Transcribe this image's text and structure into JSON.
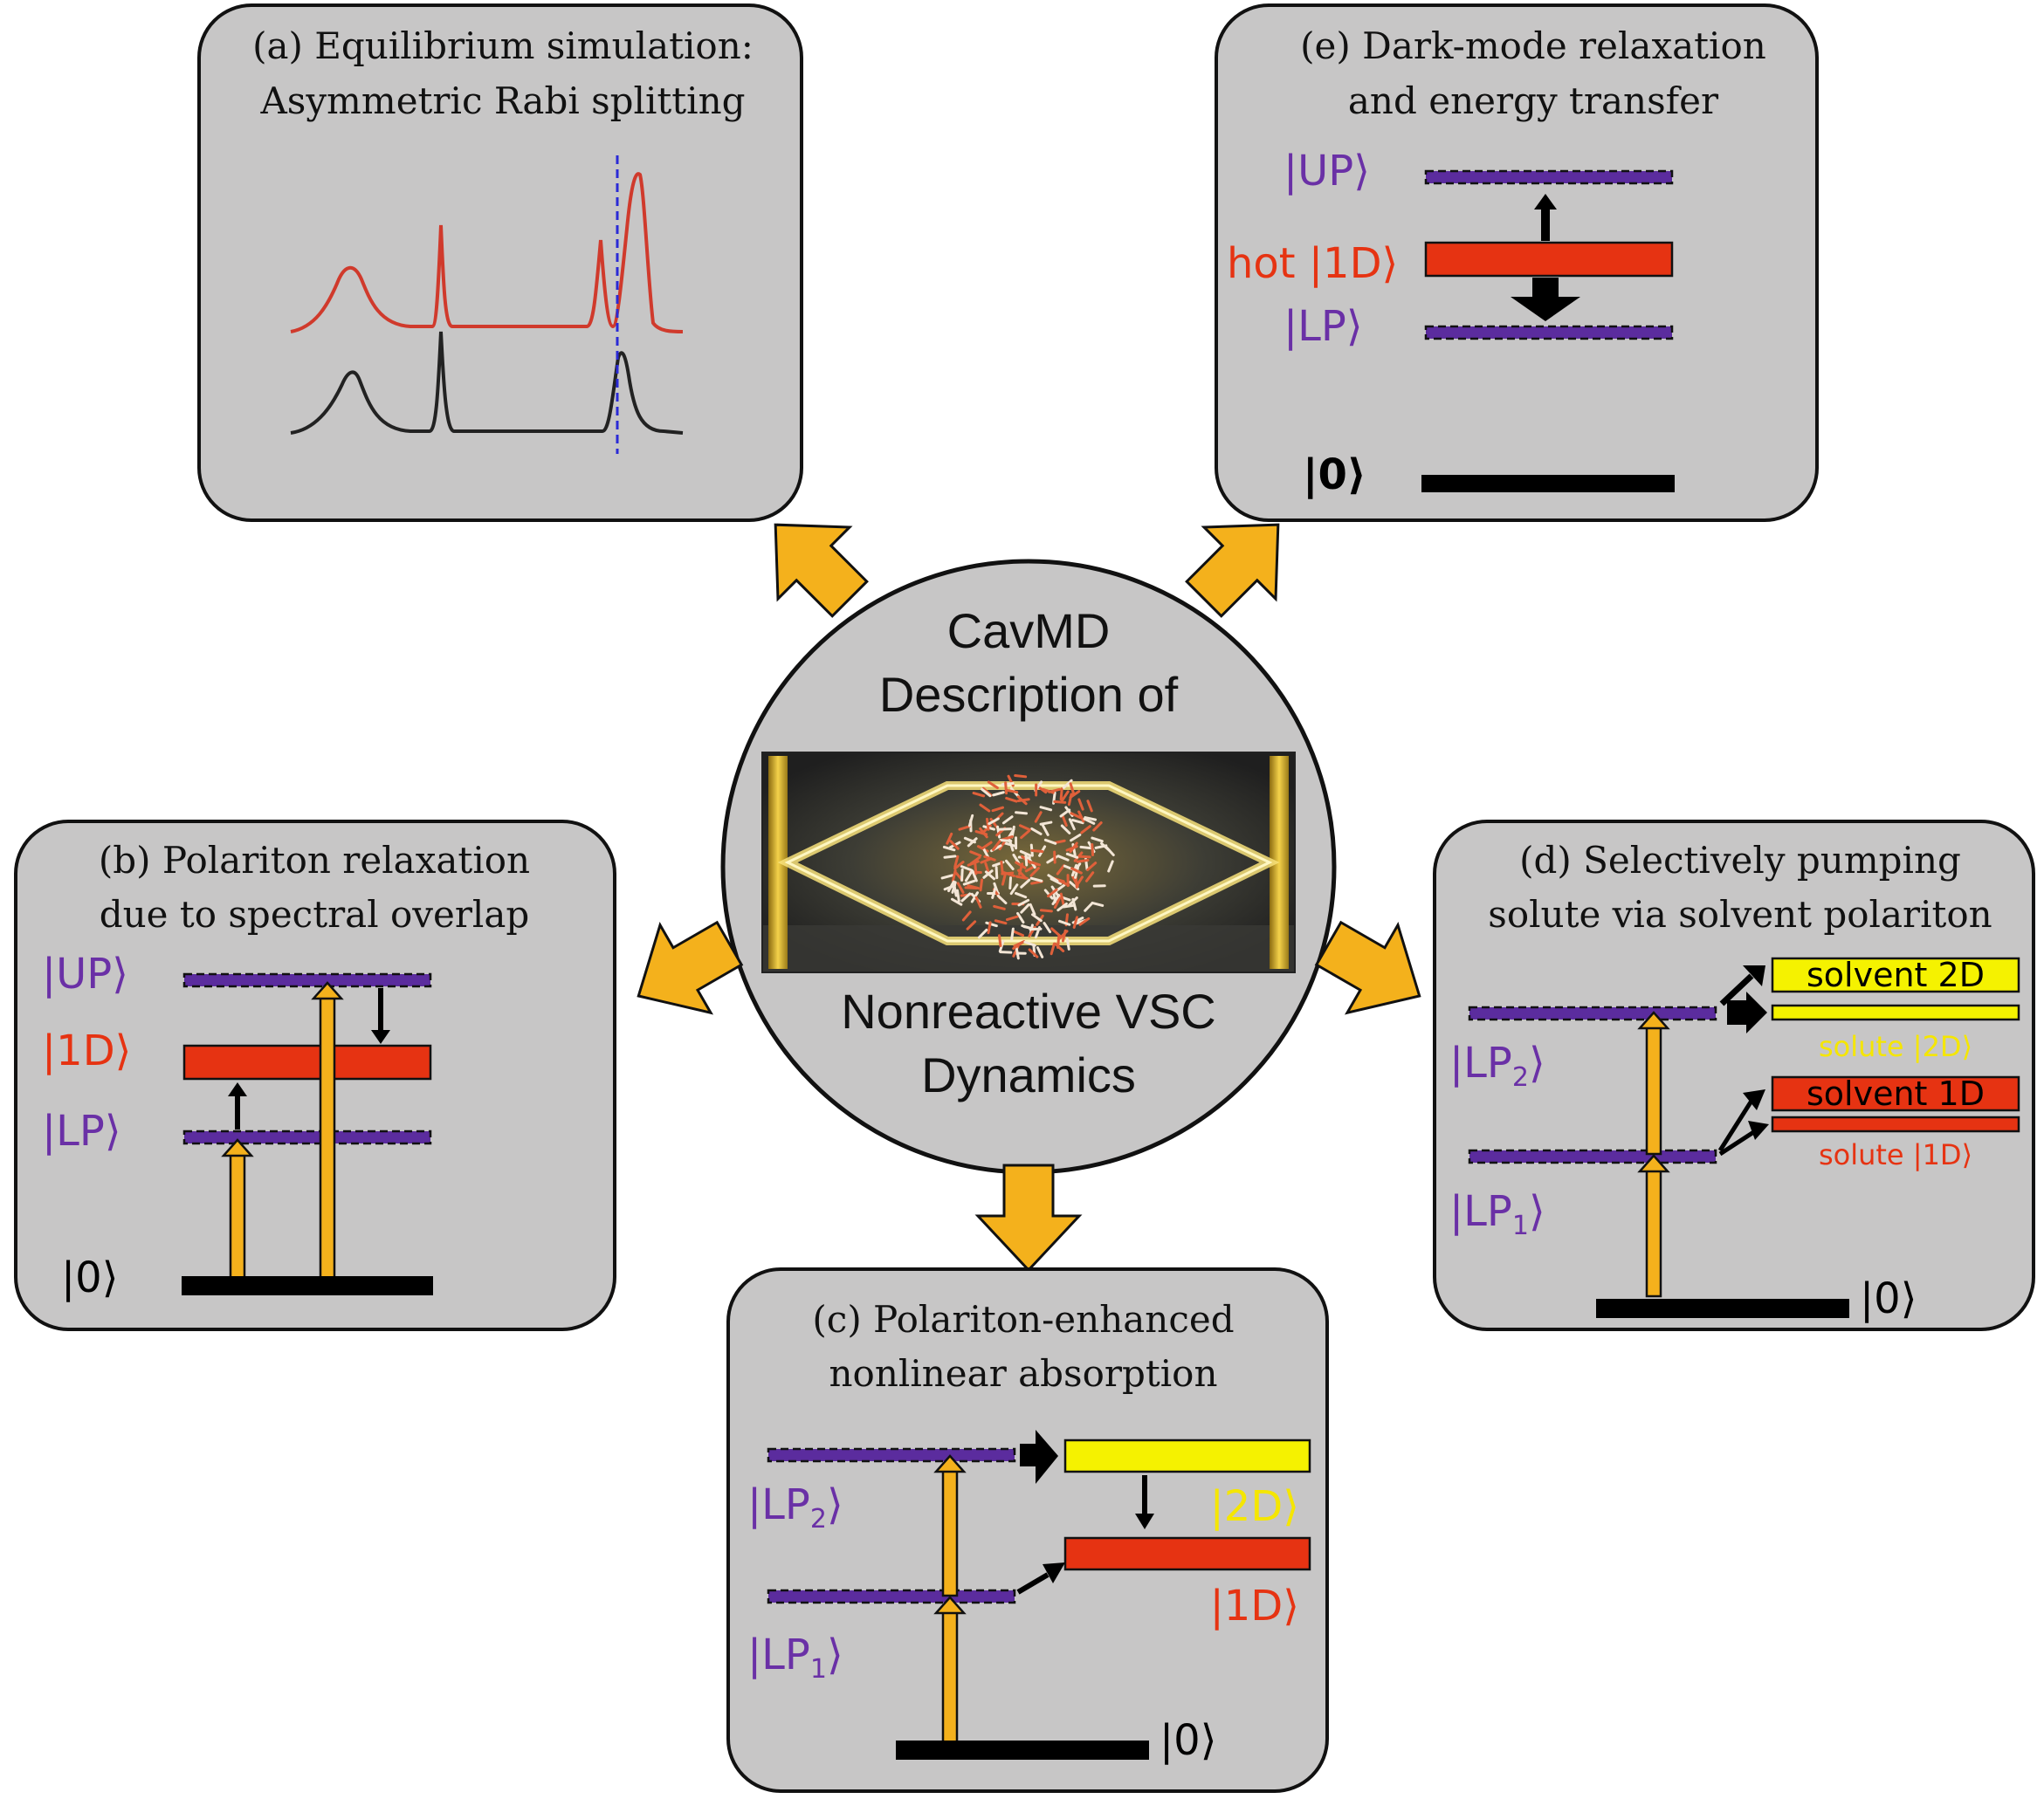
{
  "center": {
    "line1": "CavMD",
    "line2": "Description of",
    "line3": "Nonreactive VSC",
    "line4": "Dynamics"
  },
  "panel_a": {
    "title_line1": "(a) Equilibrium simulation:",
    "title_line2": "Asymmetric Rabi splitting"
  },
  "panel_b": {
    "title_line1": "(b) Polariton relaxation",
    "title_line2": "due to spectral overlap",
    "up": "|UP⟩",
    "d1": "|1D⟩",
    "lp": "|LP⟩",
    "ground": "|0⟩"
  },
  "panel_c": {
    "title_line1": "(c) Polariton-enhanced",
    "title_line2": "nonlinear absorption",
    "lp2": "|LP",
    "lp2_sub": "2",
    "lp1": "|LP",
    "lp1_sub": "1",
    "ket_close": "⟩",
    "d2": "|2D⟩",
    "d1": "|1D⟩",
    "ground": "|0⟩"
  },
  "panel_d": {
    "title_line1": "(d) Selectively pumping",
    "title_line2": "solute via solvent polariton",
    "lp2": "|LP",
    "lp2_sub": "2",
    "lp1": "|LP",
    "lp1_sub": "1",
    "ket_close": "⟩",
    "solvent_2d": "solvent 2D",
    "solute_2d": "solute |2D⟩",
    "solvent_1d": "solvent 1D",
    "solute_1d": "solute |1D⟩",
    "ground": "|0⟩"
  },
  "panel_e": {
    "title_line1": "(e) Dark-mode relaxation",
    "title_line2": "and energy transfer",
    "up": "|UP⟩",
    "hot_1d": "hot |1D⟩",
    "lp": "|LP⟩",
    "ground": "|0⟩"
  },
  "colors": {
    "panel_bg": "#c7c6c6",
    "polariton": "#5b2c9e",
    "dark_mode_red": "#e63312",
    "two_d_yellow": "#f5f200",
    "pump_orange": "#f4b11c",
    "spectrum_red": "#d03a2c",
    "spectrum_black": "#222222",
    "dashed_line_blue": "#2a2ad6"
  }
}
